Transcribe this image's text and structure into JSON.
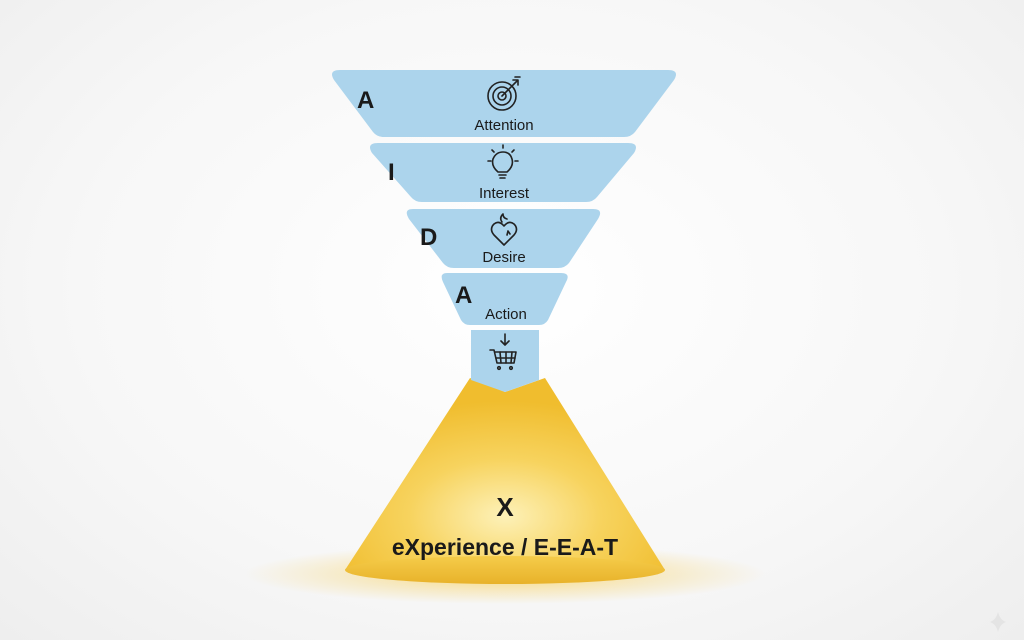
{
  "funnel": {
    "stages": [
      {
        "letter": "A",
        "label": "Attention",
        "icon": "target-icon"
      },
      {
        "letter": "I",
        "label": "Interest",
        "icon": "lightbulb-icon"
      },
      {
        "letter": "D",
        "label": "Desire",
        "icon": "heart-flame-icon"
      },
      {
        "letter": "A",
        "label": "Action",
        "icon": ""
      }
    ],
    "conversion_icon": "cart-download-icon"
  },
  "experience": {
    "letter": "X",
    "label": "eXperience / E-E-A-T"
  },
  "colors": {
    "funnel_blue": "#acd4ec",
    "cone_gold": "#f2c23a",
    "text": "#1a1a1a"
  }
}
